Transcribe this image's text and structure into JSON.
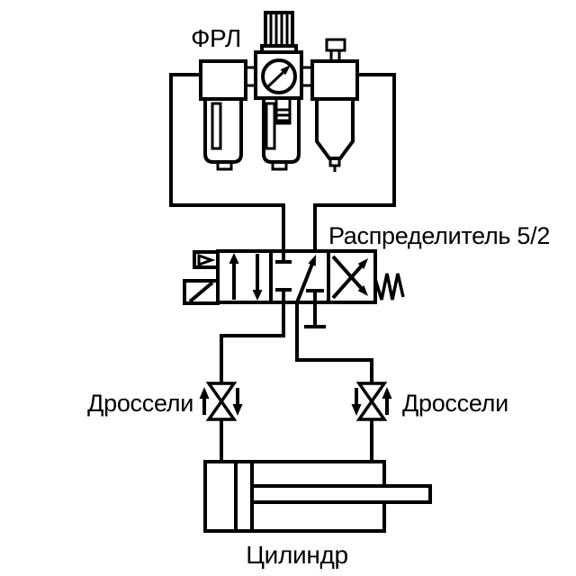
{
  "labels": {
    "frl": "ФРЛ",
    "valve": "Распределитель 5/2",
    "throttles_left": "Дроссели",
    "throttles_right": "Дроссели",
    "cylinder": "Цилиндр"
  },
  "colors": {
    "line": "#000000",
    "background": "#ffffff"
  }
}
